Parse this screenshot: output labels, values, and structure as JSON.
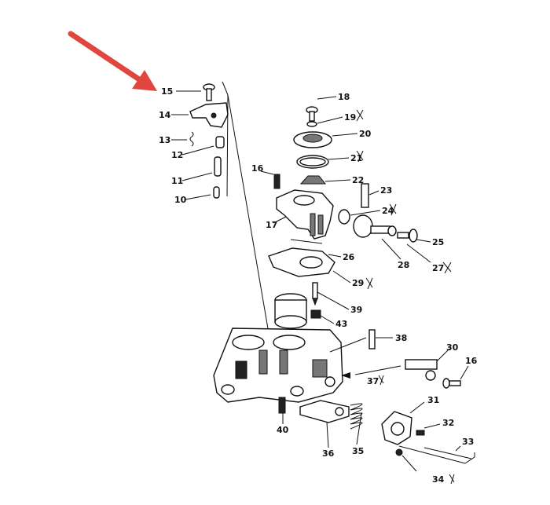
{
  "arrow_color": "#e0463e",
  "labels": {
    "l15": "15",
    "l14": "14",
    "l13": "13",
    "l12": "12",
    "l11": "11",
    "l10": "10",
    "l18": "18",
    "l19": "19",
    "l20": "20",
    "l21": "21",
    "l22": "22",
    "l23": "23",
    "l24": "24",
    "l25": "25",
    "l16a": "16",
    "l17": "17",
    "l26": "26",
    "l28": "28",
    "l27": "27",
    "l29": "29",
    "l39": "39",
    "l43": "43",
    "l38": "38",
    "l30": "30",
    "l16b": "16",
    "l37": "37",
    "l31": "31",
    "l32": "32",
    "l33": "33",
    "l34": "34",
    "l35": "35",
    "l36": "36",
    "l40": "40"
  }
}
